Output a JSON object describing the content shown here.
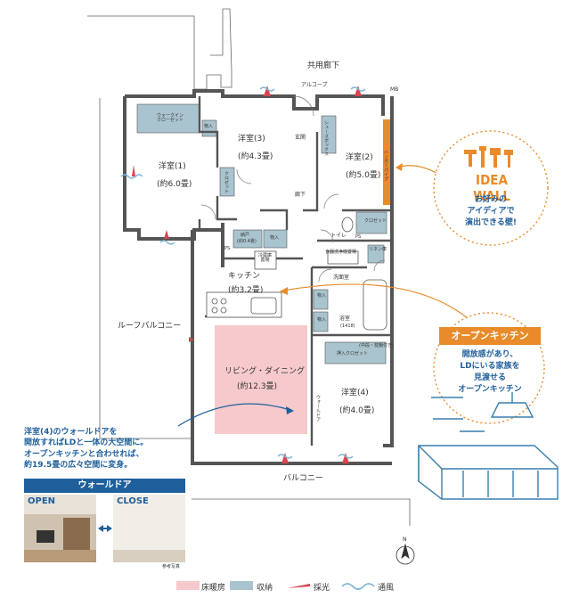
{
  "labels": {
    "corridor": "共用廊下",
    "alcove": "アルコーブ",
    "mb": "MB",
    "entrance": "玄関",
    "hallway": "廊下",
    "toilet": "トイレ",
    "roof_balcony": "ルーフバルコニー",
    "balcony": "バルコニー",
    "walkin_closet": "ウォークイン\nクローゼット",
    "shoes_box": "シューズボックス",
    "closet": "クロゼット",
    "storage": "物入",
    "storage_closet": "押入クロゼット",
    "pantry": "納戸",
    "pantry_area": "(約0.4畳)",
    "fridge": "冷蔵庫\n置場",
    "dishwasher": "食器洗浄機置場",
    "washroom": "洗面室",
    "bath": "浴室",
    "bath_size": "(1418)",
    "linen": "リネン庫",
    "ps": "PS",
    "wall_door": "ウォールドア",
    "upper_closet": "(中段・枕棚付き)",
    "hanger_pipe": "ハンガーパイプ"
  },
  "rooms": {
    "western1": {
      "name": "洋室(1)",
      "area": "(約6.0畳)"
    },
    "western2": {
      "name": "洋室(2)",
      "area": "(約5.0畳)"
    },
    "western3": {
      "name": "洋室(3)",
      "area": "(約4.3畳)"
    },
    "western4": {
      "name": "洋室(4)",
      "area": "(約4.0畳)"
    },
    "kitchen": {
      "name": "キッチン",
      "area": "(約3.2畳)"
    },
    "living": {
      "name": "リビング・ダイニング",
      "area": "(約12.3畳)"
    }
  },
  "idea_wall": {
    "title": "IDEA WALL",
    "line1": "お好みの",
    "line2": "アイディアで",
    "line3": "演出できる壁!"
  },
  "open_kitchen": {
    "title": "オープンキッチン",
    "line1": "開放感があり、",
    "line2": "LDにいる家族を",
    "line3": "見渡せる",
    "line4": "オープンキッチン"
  },
  "wall_door_note": {
    "line1": "洋室(4)のウォールドアを",
    "line2": "開放すればLDと一体の大空間に。",
    "line3": "オープンキッチンと合わせれば、",
    "line4": "約19.5畳の広々空間に変身。"
  },
  "photo_panel": {
    "title": "ウォールドア",
    "open": "OPEN",
    "close": "CLOSE",
    "caption": "参考写真"
  },
  "legend": {
    "floor_heating": "床暖房",
    "storage": "収納",
    "daylight": "採光",
    "ventilation": "通風"
  },
  "compass": "N",
  "colors": {
    "floor_heating": "#f6c9cc",
    "storage": "#a9c4cf",
    "daylight": "#d9434e",
    "ventilation": "#7fb6d8",
    "accent_orange": "#e98b2a",
    "accent_blue": "#1f5f9b",
    "wall": "#555555"
  }
}
